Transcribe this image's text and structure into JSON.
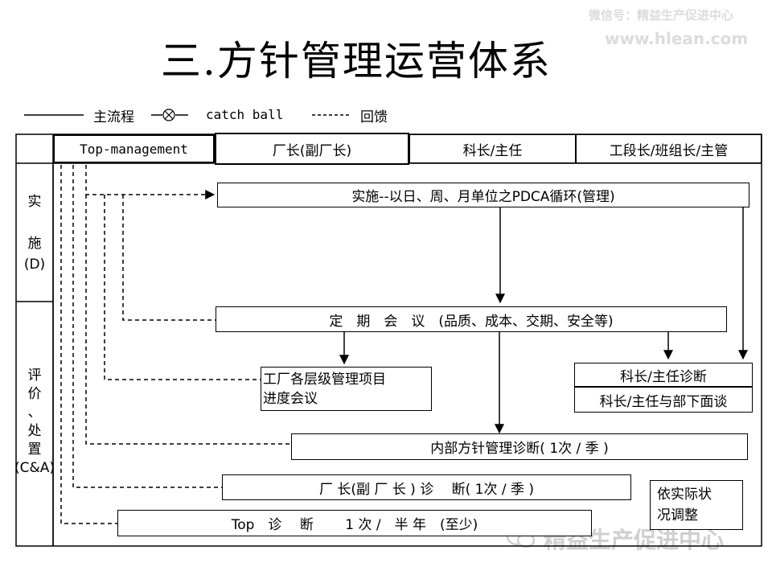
{
  "title": "三.方针管理运营体系",
  "watermark": {
    "wechat": "微信号：精益生产促进中心",
    "url": "www.hlean.com",
    "brand": "精益生产促进中心"
  },
  "legend": {
    "main_flow": "主流程",
    "catch_ball": "catch ball",
    "feedback": "回馈"
  },
  "header": {
    "top_management": "Top-management",
    "plant_manager": "厂长(副厂长)",
    "section_chief": "科长/主任",
    "foreman": "工段长/班组长/主管"
  },
  "side": {
    "do": "实\n\n施\n(D)",
    "check_act": "评\n价\n、\n处\n置\n(C&A)"
  },
  "boxes": {
    "pdca": "实施--以日、周、月单位之PDCA循环(管理)",
    "meeting": "定　期　会　议　(品质、成本、交期、安全等)",
    "progress_line1": "工厂各层级管理项目",
    "progress_line2": "进度会议",
    "chief_diagnosis": "科长/主任诊断",
    "chief_interview": "科长/主任与部下面谈",
    "internal_diagnosis": "内部方针管理诊断( 1次 / 季 )",
    "plant_diagnosis": "厂 长(副 厂 长 ) 诊　 断( 1次 / 季 )",
    "adjust_line1": "依实际状",
    "adjust_line2": "况调整",
    "top_diagnosis": "Top　诊　 断　　 1 次 /　半 年　(至少)"
  }
}
